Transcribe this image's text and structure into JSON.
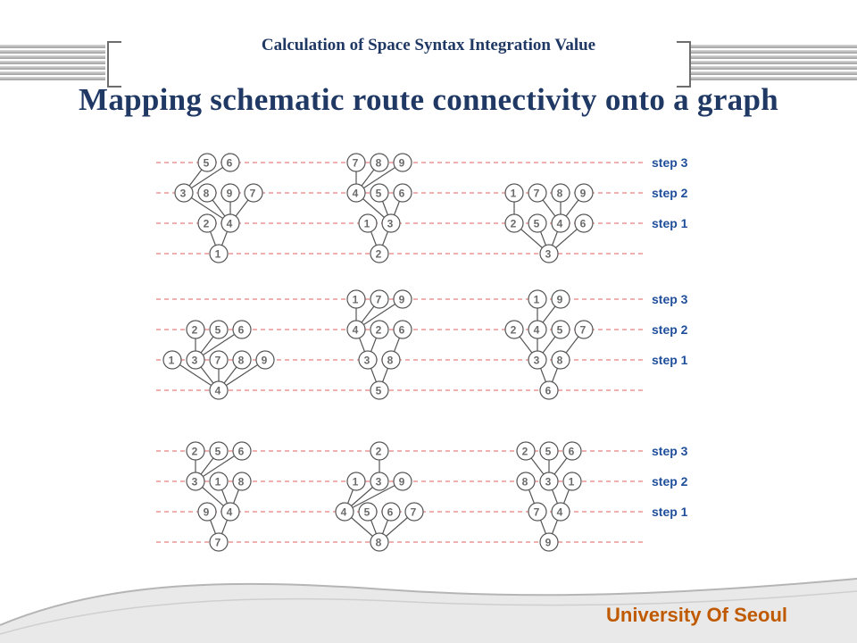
{
  "header": {
    "subtitle": "Calculation of Space Syntax Integration Value",
    "title": "Mapping schematic route connectivity onto a graph"
  },
  "footer": {
    "university": "University Of Seoul"
  },
  "colors": {
    "title": "#1f3864",
    "footer": "#c05a00",
    "guide_line": "#e06060",
    "step_label": "#1f4e9a",
    "node_stroke": "#555555",
    "node_text": "#6a6a6a"
  },
  "step_labels": [
    "step 3",
    "step 2",
    "step 1"
  ],
  "rows": [
    {
      "graphs": [
        {
          "nodes": [
            {
              "id": "1",
              "level": 0
            },
            {
              "id": "2",
              "level": 1
            },
            {
              "id": "4",
              "level": 1
            },
            {
              "id": "3",
              "level": 2
            },
            {
              "id": "8",
              "level": 2
            },
            {
              "id": "9",
              "level": 2
            },
            {
              "id": "7",
              "level": 2
            },
            {
              "id": "5",
              "level": 3
            },
            {
              "id": "6",
              "level": 3
            }
          ],
          "edges": [
            [
              "1",
              "2"
            ],
            [
              "1",
              "4"
            ],
            [
              "4",
              "3"
            ],
            [
              "4",
              "8"
            ],
            [
              "4",
              "9"
            ],
            [
              "4",
              "7"
            ],
            [
              "3",
              "5"
            ],
            [
              "3",
              "6"
            ]
          ]
        },
        {
          "nodes": [
            {
              "id": "2",
              "level": 0
            },
            {
              "id": "1",
              "level": 1
            },
            {
              "id": "3",
              "level": 1
            },
            {
              "id": "4",
              "level": 2
            },
            {
              "id": "5",
              "level": 2
            },
            {
              "id": "6",
              "level": 2
            },
            {
              "id": "7",
              "level": 3
            },
            {
              "id": "8",
              "level": 3
            },
            {
              "id": "9",
              "level": 3
            }
          ],
          "edges": [
            [
              "2",
              "1"
            ],
            [
              "2",
              "3"
            ],
            [
              "3",
              "4"
            ],
            [
              "3",
              "5"
            ],
            [
              "3",
              "6"
            ],
            [
              "4",
              "7"
            ],
            [
              "4",
              "8"
            ],
            [
              "4",
              "9"
            ]
          ]
        },
        {
          "nodes": [
            {
              "id": "3",
              "level": 0
            },
            {
              "id": "2",
              "level": 1
            },
            {
              "id": "5",
              "level": 1
            },
            {
              "id": "4",
              "level": 1
            },
            {
              "id": "6",
              "level": 1
            },
            {
              "id": "1",
              "level": 2
            },
            {
              "id": "7",
              "level": 2
            },
            {
              "id": "8",
              "level": 2
            },
            {
              "id": "9",
              "level": 2
            }
          ],
          "edges": [
            [
              "3",
              "2"
            ],
            [
              "3",
              "5"
            ],
            [
              "3",
              "4"
            ],
            [
              "3",
              "6"
            ],
            [
              "2",
              "1"
            ],
            [
              "4",
              "7"
            ],
            [
              "4",
              "8"
            ],
            [
              "4",
              "9"
            ]
          ]
        }
      ]
    },
    {
      "graphs": [
        {
          "nodes": [
            {
              "id": "4",
              "level": 0
            },
            {
              "id": "1",
              "level": 1
            },
            {
              "id": "3",
              "level": 1
            },
            {
              "id": "7",
              "level": 1
            },
            {
              "id": "8",
              "level": 1
            },
            {
              "id": "9",
              "level": 1
            },
            {
              "id": "2",
              "level": 2
            },
            {
              "id": "5",
              "level": 2
            },
            {
              "id": "6",
              "level": 2
            }
          ],
          "edges": [
            [
              "4",
              "1"
            ],
            [
              "4",
              "3"
            ],
            [
              "4",
              "7"
            ],
            [
              "4",
              "8"
            ],
            [
              "4",
              "9"
            ],
            [
              "3",
              "2"
            ],
            [
              "3",
              "5"
            ],
            [
              "3",
              "6"
            ]
          ]
        },
        {
          "nodes": [
            {
              "id": "5",
              "level": 0
            },
            {
              "id": "3",
              "level": 1
            },
            {
              "id": "8",
              "level": 1
            },
            {
              "id": "4",
              "level": 2
            },
            {
              "id": "2",
              "level": 2
            },
            {
              "id": "6",
              "level": 2
            },
            {
              "id": "1",
              "level": 3
            },
            {
              "id": "7",
              "level": 3
            },
            {
              "id": "9",
              "level": 3
            }
          ],
          "edges": [
            [
              "5",
              "3"
            ],
            [
              "5",
              "8"
            ],
            [
              "8",
              "6"
            ],
            [
              "3",
              "4"
            ],
            [
              "3",
              "2"
            ],
            [
              "4",
              "1"
            ],
            [
              "4",
              "7"
            ],
            [
              "4",
              "9"
            ]
          ]
        },
        {
          "nodes": [
            {
              "id": "6",
              "level": 0
            },
            {
              "id": "3",
              "level": 1
            },
            {
              "id": "8",
              "level": 1
            },
            {
              "id": "2",
              "level": 2
            },
            {
              "id": "4",
              "level": 2
            },
            {
              "id": "5",
              "level": 2
            },
            {
              "id": "7",
              "level": 2
            },
            {
              "id": "1",
              "level": 3
            },
            {
              "id": "9",
              "level": 3
            }
          ],
          "edges": [
            [
              "6",
              "3"
            ],
            [
              "6",
              "8"
            ],
            [
              "8",
              "7"
            ],
            [
              "3",
              "2"
            ],
            [
              "3",
              "4"
            ],
            [
              "3",
              "5"
            ],
            [
              "4",
              "1"
            ],
            [
              "4",
              "9"
            ]
          ]
        }
      ]
    },
    {
      "graphs": [
        {
          "nodes": [
            {
              "id": "7",
              "level": 0
            },
            {
              "id": "9",
              "level": 1
            },
            {
              "id": "4",
              "level": 1
            },
            {
              "id": "3",
              "level": 2
            },
            {
              "id": "1",
              "level": 2
            },
            {
              "id": "8",
              "level": 2
            },
            {
              "id": "2",
              "level": 3
            },
            {
              "id": "5",
              "level": 3
            },
            {
              "id": "6",
              "level": 3
            }
          ],
          "edges": [
            [
              "7",
              "9"
            ],
            [
              "7",
              "4"
            ],
            [
              "4",
              "3"
            ],
            [
              "4",
              "1"
            ],
            [
              "4",
              "8"
            ],
            [
              "3",
              "2"
            ],
            [
              "3",
              "5"
            ],
            [
              "3",
              "6"
            ]
          ]
        },
        {
          "nodes": [
            {
              "id": "8",
              "level": 0
            },
            {
              "id": "4",
              "level": 1
            },
            {
              "id": "5",
              "level": 1
            },
            {
              "id": "6",
              "level": 1
            },
            {
              "id": "7",
              "level": 1
            },
            {
              "id": "1",
              "level": 2
            },
            {
              "id": "3",
              "level": 2
            },
            {
              "id": "9",
              "level": 2
            },
            {
              "id": "2",
              "level": 3
            }
          ],
          "edges": [
            [
              "8",
              "4"
            ],
            [
              "8",
              "5"
            ],
            [
              "8",
              "6"
            ],
            [
              "8",
              "7"
            ],
            [
              "4",
              "1"
            ],
            [
              "4",
              "3"
            ],
            [
              "4",
              "9"
            ],
            [
              "3",
              "2"
            ]
          ]
        },
        {
          "nodes": [
            {
              "id": "9",
              "level": 0
            },
            {
              "id": "7",
              "level": 1
            },
            {
              "id": "4",
              "level": 1
            },
            {
              "id": "8",
              "level": 2
            },
            {
              "id": "3",
              "level": 2
            },
            {
              "id": "1",
              "level": 2
            },
            {
              "id": "2",
              "level": 3
            },
            {
              "id": "5",
              "level": 3
            },
            {
              "id": "6",
              "level": 3
            }
          ],
          "edges": [
            [
              "9",
              "7"
            ],
            [
              "9",
              "4"
            ],
            [
              "7",
              "8"
            ],
            [
              "4",
              "3"
            ],
            [
              "4",
              "1"
            ],
            [
              "3",
              "2"
            ],
            [
              "3",
              "5"
            ],
            [
              "3",
              "6"
            ]
          ]
        }
      ]
    }
  ]
}
